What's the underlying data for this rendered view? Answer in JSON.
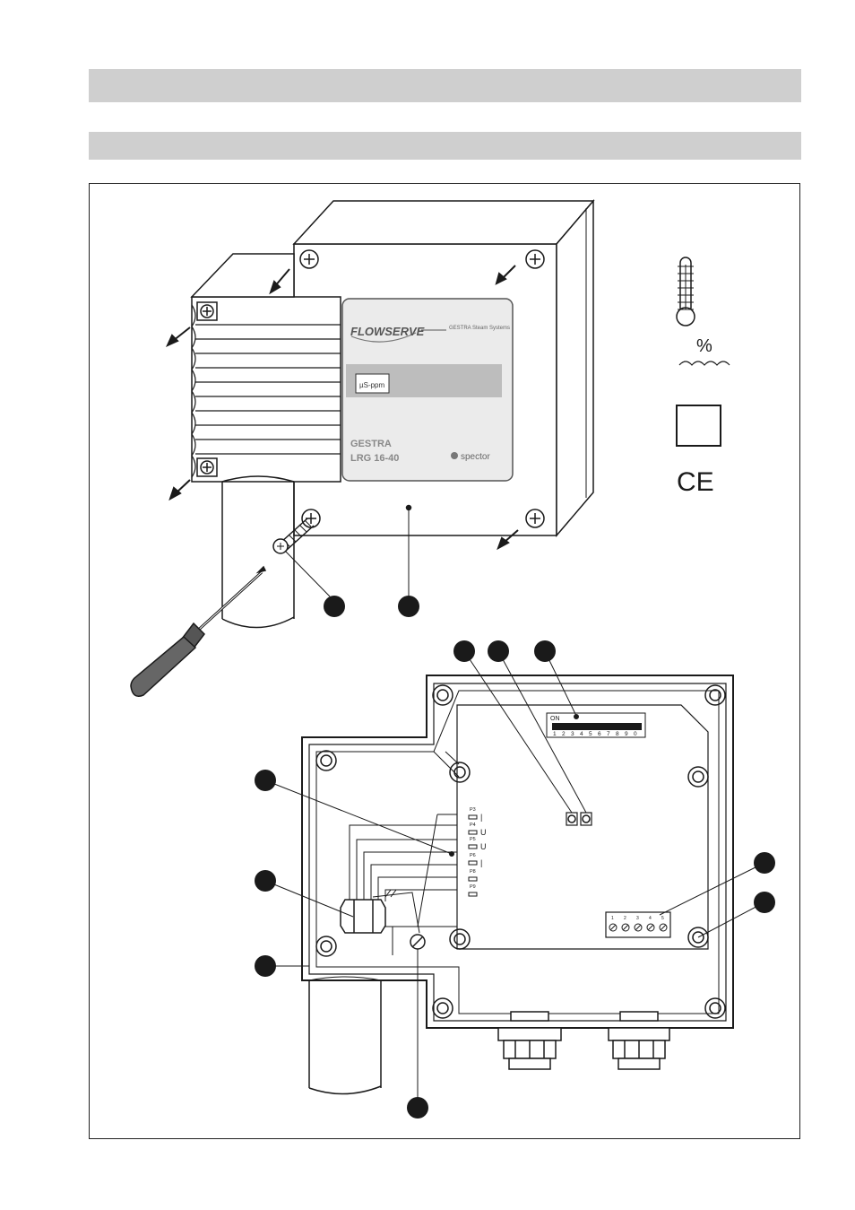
{
  "nameplate": {
    "brand": "FLOWSERVE",
    "subtitle": "GESTRA Steam Systems",
    "unit_label": "µS-ppm",
    "model_line1": "GESTRA",
    "model_line2": "LRG 16-40",
    "maker": "spector"
  },
  "symbols": {
    "humidity": "%",
    "ce_mark": "CE"
  },
  "dip_switch": {
    "on_label": "ON",
    "numbers": [
      "1",
      "2",
      "3",
      "4",
      "5",
      "6",
      "7",
      "8",
      "9",
      "0"
    ]
  },
  "jumpers": [
    {
      "label": "P3",
      "mark": "|"
    },
    {
      "label": "P4",
      "mark": "U"
    },
    {
      "label": "P5",
      "mark": "U"
    },
    {
      "label": "P6",
      "mark": "|"
    },
    {
      "label": "P8",
      "mark": ""
    },
    {
      "label": "P9",
      "mark": ""
    }
  ],
  "terminal_numbers": [
    "1",
    "2",
    "3",
    "4",
    "5"
  ],
  "colors": {
    "ink": "#1a1a1a",
    "header_bar": "#cfcfcf",
    "plate_band": "#bdbdbd"
  }
}
